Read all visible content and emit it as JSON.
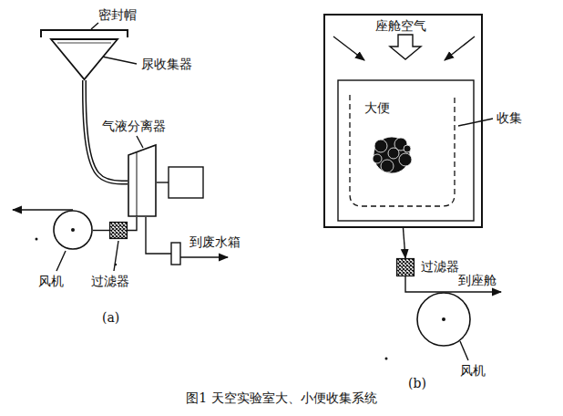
{
  "diagram": {
    "caption": "图1 天空实验室大、小便收集系统",
    "nodes": [
      {
        "text": [
          "尿收集器"
        ]
      },
      {
        "text": [
          "气液分离器"
        ]
      },
      {
        "text": [
          "过滤器"
        ]
      },
      {
        "text": [
          "风机"
        ]
      },
      {
        "text": [
          "座舱空气"
        ]
      },
      {
        "text": [
          "大便",
          "收集"
        ],
        "in": 4
      },
      {
        "text": [
          "过滤器"
        ]
      },
      {
        "text": [
          "风机"
        ]
      }
    ],
    "edges": [
      {
        "from": 0,
        "to": 1,
        "arrow": "none"
      },
      {
        "from": 1,
        "to": 2,
        "arrow": "none"
      },
      {
        "from": 2,
        "to": 3,
        "arrow": "none"
      },
      {
        "from": 4,
        "to": 6,
        "arrow": "to"
      },
      {
        "from": 6,
        "to": 7,
        "arrow": "none"
      }
    ],
    "labels": [
      "密封帽",
      "到废水箱",
      "(a)",
      "到座舱",
      "(b)"
    ]
  }
}
